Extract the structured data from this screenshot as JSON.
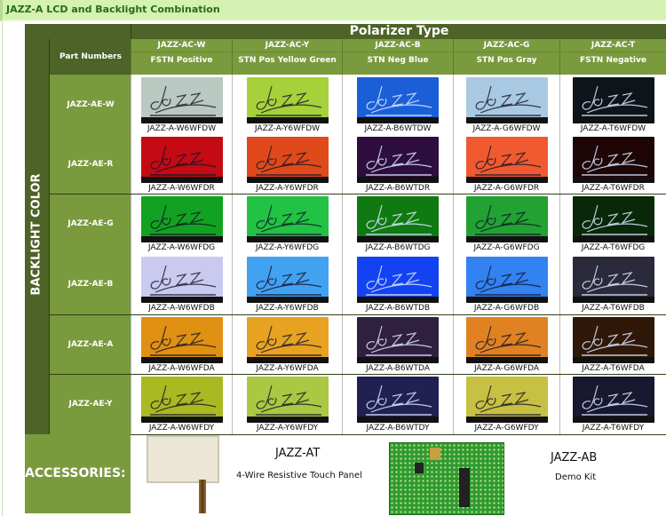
{
  "title": "JAZZ-A LCD and Backlight Combination",
  "polarizer_header": "Polarizer Type",
  "backlight_header": "BACKLIGHT COLOR",
  "part_numbers_label": "Part Numbers",
  "columns": [
    {
      "code": "JAZZ-AC-W",
      "name": "FSTN Positive"
    },
    {
      "code": "JAZZ-AC-Y",
      "name": "STN Pos Yellow Green"
    },
    {
      "code": "JAZZ-AC-B",
      "name": "STN Neg Blue"
    },
    {
      "code": "JAZZ-AC-G",
      "name": "STN Pos Gray"
    },
    {
      "code": "JAZZ-AC-T",
      "name": "FSTN Negative"
    }
  ],
  "rows": [
    {
      "code": "JAZZ-AE-W",
      "parts": [
        "JAZZ-A-W6WFDW",
        "JAZZ-A-Y6WFDW",
        "JAZZ-A-B6WTDW",
        "JAZZ-A-G6WFDW",
        "JAZZ-A-T6WFDW"
      ],
      "colors": [
        "#b9c9c1",
        "#a6d13a",
        "#1a5fd8",
        "#a9c9e2",
        "#0e141a"
      ]
    },
    {
      "code": "JAZZ-AE-R",
      "parts": [
        "JAZZ-A-W6WFDR",
        "JAZZ-A-Y6WFDR",
        "JAZZ-A-B6WTDR",
        "JAZZ-A-G6WFDR",
        "JAZZ-A-T6WFDR"
      ],
      "colors": [
        "#c40a12",
        "#e04a1a",
        "#2e0e3e",
        "#f05a30",
        "#1e0606"
      ]
    },
    {
      "code": "JAZZ-AE-G",
      "parts": [
        "JAZZ-A-W6WFDG",
        "JAZZ-A-Y6WFDG",
        "JAZZ-A-B6WTDG",
        "JAZZ-A-G6WFDG",
        "JAZZ-A-T6WFDG"
      ],
      "colors": [
        "#12a222",
        "#22c244",
        "#0f7a12",
        "#22a232",
        "#082808"
      ]
    },
    {
      "code": "JAZZ-AE-B",
      "parts": [
        "JAZZ-A-W6WFDB",
        "JAZZ-A-Y6WFDB",
        "JAZZ-A-B6WTDB",
        "JAZZ-A-G6WFDB",
        "JAZZ-A-T6WFDB"
      ],
      "colors": [
        "#cacaf0",
        "#42a2f2",
        "#1242f2",
        "#3282f2",
        "#2a2a3a"
      ]
    },
    {
      "code": "JAZZ-AE-A",
      "parts": [
        "JAZZ-A-W6WFDA",
        "JAZZ-A-Y6WFDA",
        "JAZZ-A-B6WTDA",
        "JAZZ-A-G6WFDA",
        "JAZZ-A-T6WFDA"
      ],
      "colors": [
        "#e09012",
        "#e8a222",
        "#302040",
        "#e08222",
        "#301808"
      ]
    },
    {
      "code": "JAZZ-AE-Y",
      "parts": [
        "JAZZ-A-W6WFDY",
        "JAZZ-A-Y6WFDY",
        "JAZZ-A-B6WTDY",
        "JAZZ-A-G6WFDY",
        "JAZZ-A-T6WFDY"
      ],
      "colors": [
        "#a9b922",
        "#aac842",
        "#202052",
        "#c8c042",
        "#181830"
      ]
    }
  ],
  "negative_columns": [
    2,
    4
  ],
  "accessories": {
    "label": "ACCESSORIES:",
    "items": [
      {
        "code": "JAZZ-AT",
        "desc": "4-Wire Resistive Touch Panel"
      },
      {
        "code": "JAZZ-AB",
        "desc": "Demo Kit"
      }
    ]
  }
}
